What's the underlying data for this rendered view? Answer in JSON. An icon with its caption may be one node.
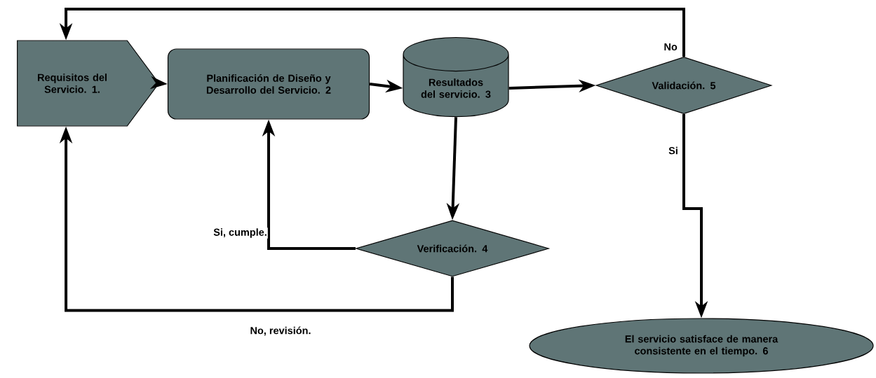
{
  "diagram": {
    "nodes": [
      {
        "text": [
          "Requisitos del Servicio. 1."
        ]
      },
      {
        "text": [
          "Planificación de Diseño y Desarrollo del Servicio. 2"
        ]
      },
      {
        "text": [
          "Resultados del servicio. 3"
        ]
      },
      {
        "text": [
          "Verificación. 4"
        ]
      },
      {
        "text": [
          "Validación. 5"
        ]
      },
      {
        "text": [
          "El servicio satisface de manera consistente en el tiempo. 6"
        ]
      }
    ],
    "edges": [
      {
        "from": 0,
        "to": 1,
        "arrow": "to"
      },
      {
        "from": 1,
        "to": 2,
        "arrow": "to"
      },
      {
        "from": 2,
        "to": 4,
        "arrow": "to"
      },
      {
        "from": 2,
        "to": 3,
        "arrow": "to"
      },
      {
        "from": 3,
        "to": 1,
        "arrow": "to",
        "label": "Si, cumple."
      },
      {
        "from": 3,
        "to": 0,
        "arrow": "to",
        "label": "No, revisión."
      },
      {
        "from": 4,
        "to": 0,
        "arrow": "to",
        "label": "No"
      },
      {
        "from": 4,
        "to": 5,
        "arrow": "to",
        "label": "Si"
      }
    ]
  }
}
